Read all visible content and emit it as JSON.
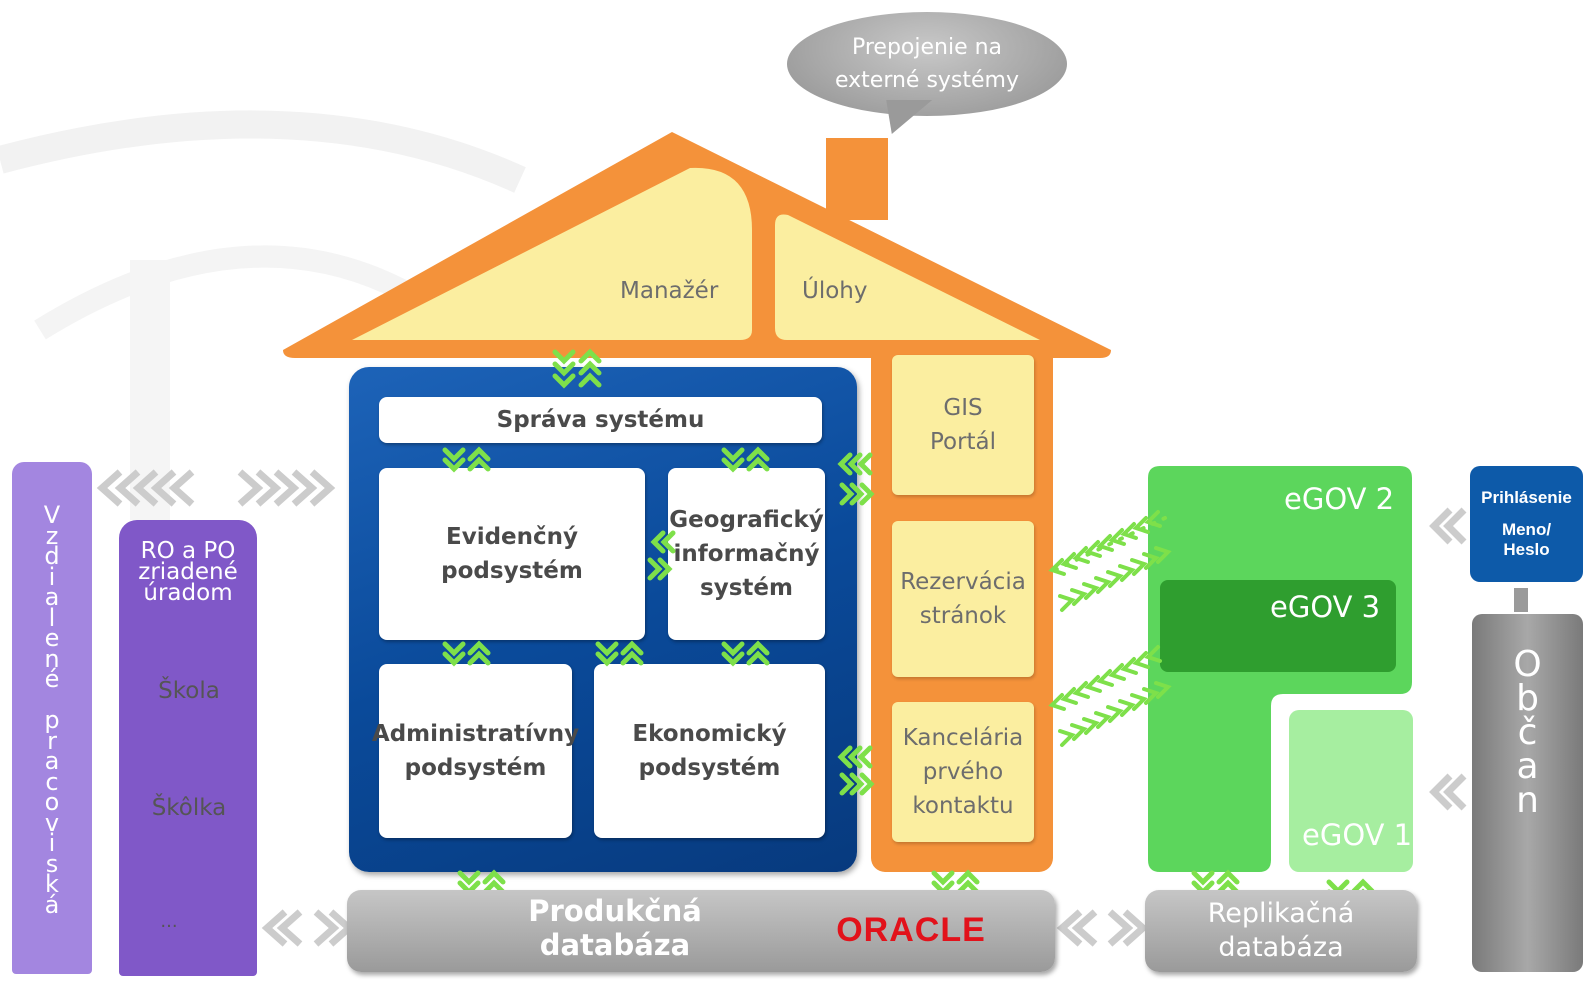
{
  "bubble": {
    "line1": "Prepojenie na",
    "line2": "externé systémy"
  },
  "roof": {
    "manazer": "Manažér",
    "ulohy": "Úlohy"
  },
  "core": {
    "sprava": "Správa systému",
    "evidencny_1": "Evidenčný",
    "evidencny_2": "podsystém",
    "geo_1": "Geografický",
    "geo_2": "informačný",
    "geo_3": "systém",
    "admin_1": "Administratívny",
    "admin_2": "podsystém",
    "eko_1": "Ekonomický",
    "eko_2": "podsystém"
  },
  "side_modules": {
    "gis_1": "GIS",
    "gis_2": "Portál",
    "rez_1": "Rezervácia",
    "rez_2": "stránok",
    "kanc_1": "Kancelária",
    "kanc_2": "prvého",
    "kanc_3": "kontaktu"
  },
  "database": {
    "produkcna": "Produkčná databáza",
    "oracle": "ORACLE",
    "repl_1": "Replikačná",
    "repl_2": "databáza"
  },
  "egov": {
    "egov2": "eGOV 2",
    "egov3": "eGOV 3",
    "egov1": "eGOV 1"
  },
  "left": {
    "vzdialene": [
      "V",
      "z",
      "d",
      "i",
      "a",
      "l",
      "e",
      "n",
      "é",
      "",
      "p",
      "r",
      "a",
      "c",
      "o",
      "v",
      "i",
      "s",
      "k",
      "á"
    ],
    "ro_1": "RO a PO",
    "ro_2": "zriadené",
    "ro_3": "úradom",
    "skola": "Škola",
    "skolka": "Škôlka",
    "dots": "..."
  },
  "right": {
    "prihlasenie": "Prihlásenie",
    "meno": "Meno/",
    "heslo": "Heslo",
    "obcan": [
      "O",
      "b",
      "č",
      "a",
      "n"
    ]
  },
  "colors": {
    "orange": "#f4923a",
    "yellow": "#fbeea0",
    "blue": "#0a4a9a",
    "green": "#5cd65c",
    "purple": "#8058c8",
    "arrow_green": "#7ee04a"
  }
}
